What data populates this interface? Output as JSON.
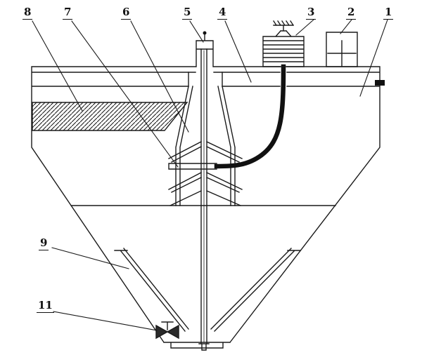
{
  "figure": {
    "background": "#ffffff",
    "line_color": "#1a1a1a"
  },
  "part_labels": {
    "p1": "1",
    "p2": "2",
    "p3": "3",
    "p4": "4",
    "p5": "5",
    "p6": "6",
    "p7": "7",
    "p8": "8",
    "p9": "9",
    "p11": "11"
  }
}
